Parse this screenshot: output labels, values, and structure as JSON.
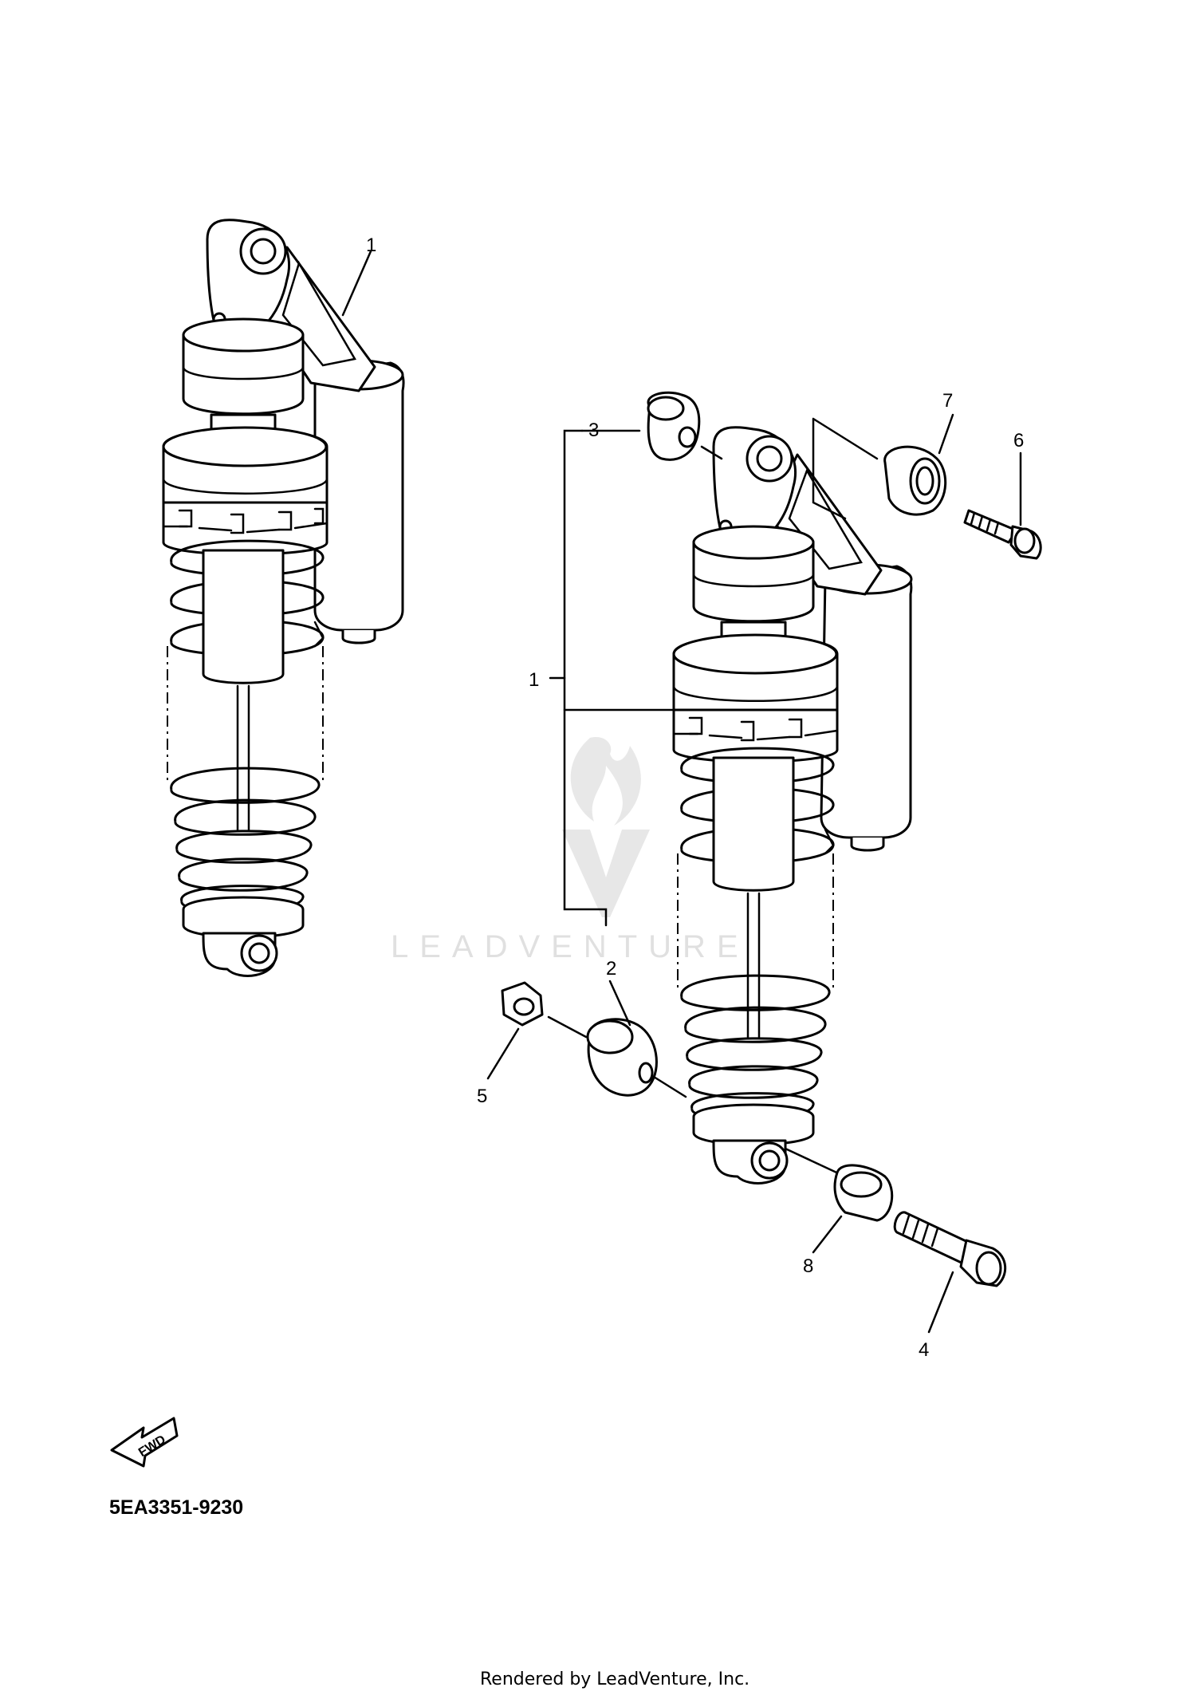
{
  "diagram": {
    "part_number": "5EA3351-9230",
    "footer": "Rendered by LeadVenture, Inc.",
    "watermark": "LEADVENTURE",
    "fwd_label": "FWD",
    "callouts": {
      "left_shock": "1",
      "group_bracket": "1",
      "c2": "2",
      "c3": "3",
      "c4": "4",
      "c5": "5",
      "c6": "6",
      "c7": "7",
      "c8": "8"
    }
  }
}
